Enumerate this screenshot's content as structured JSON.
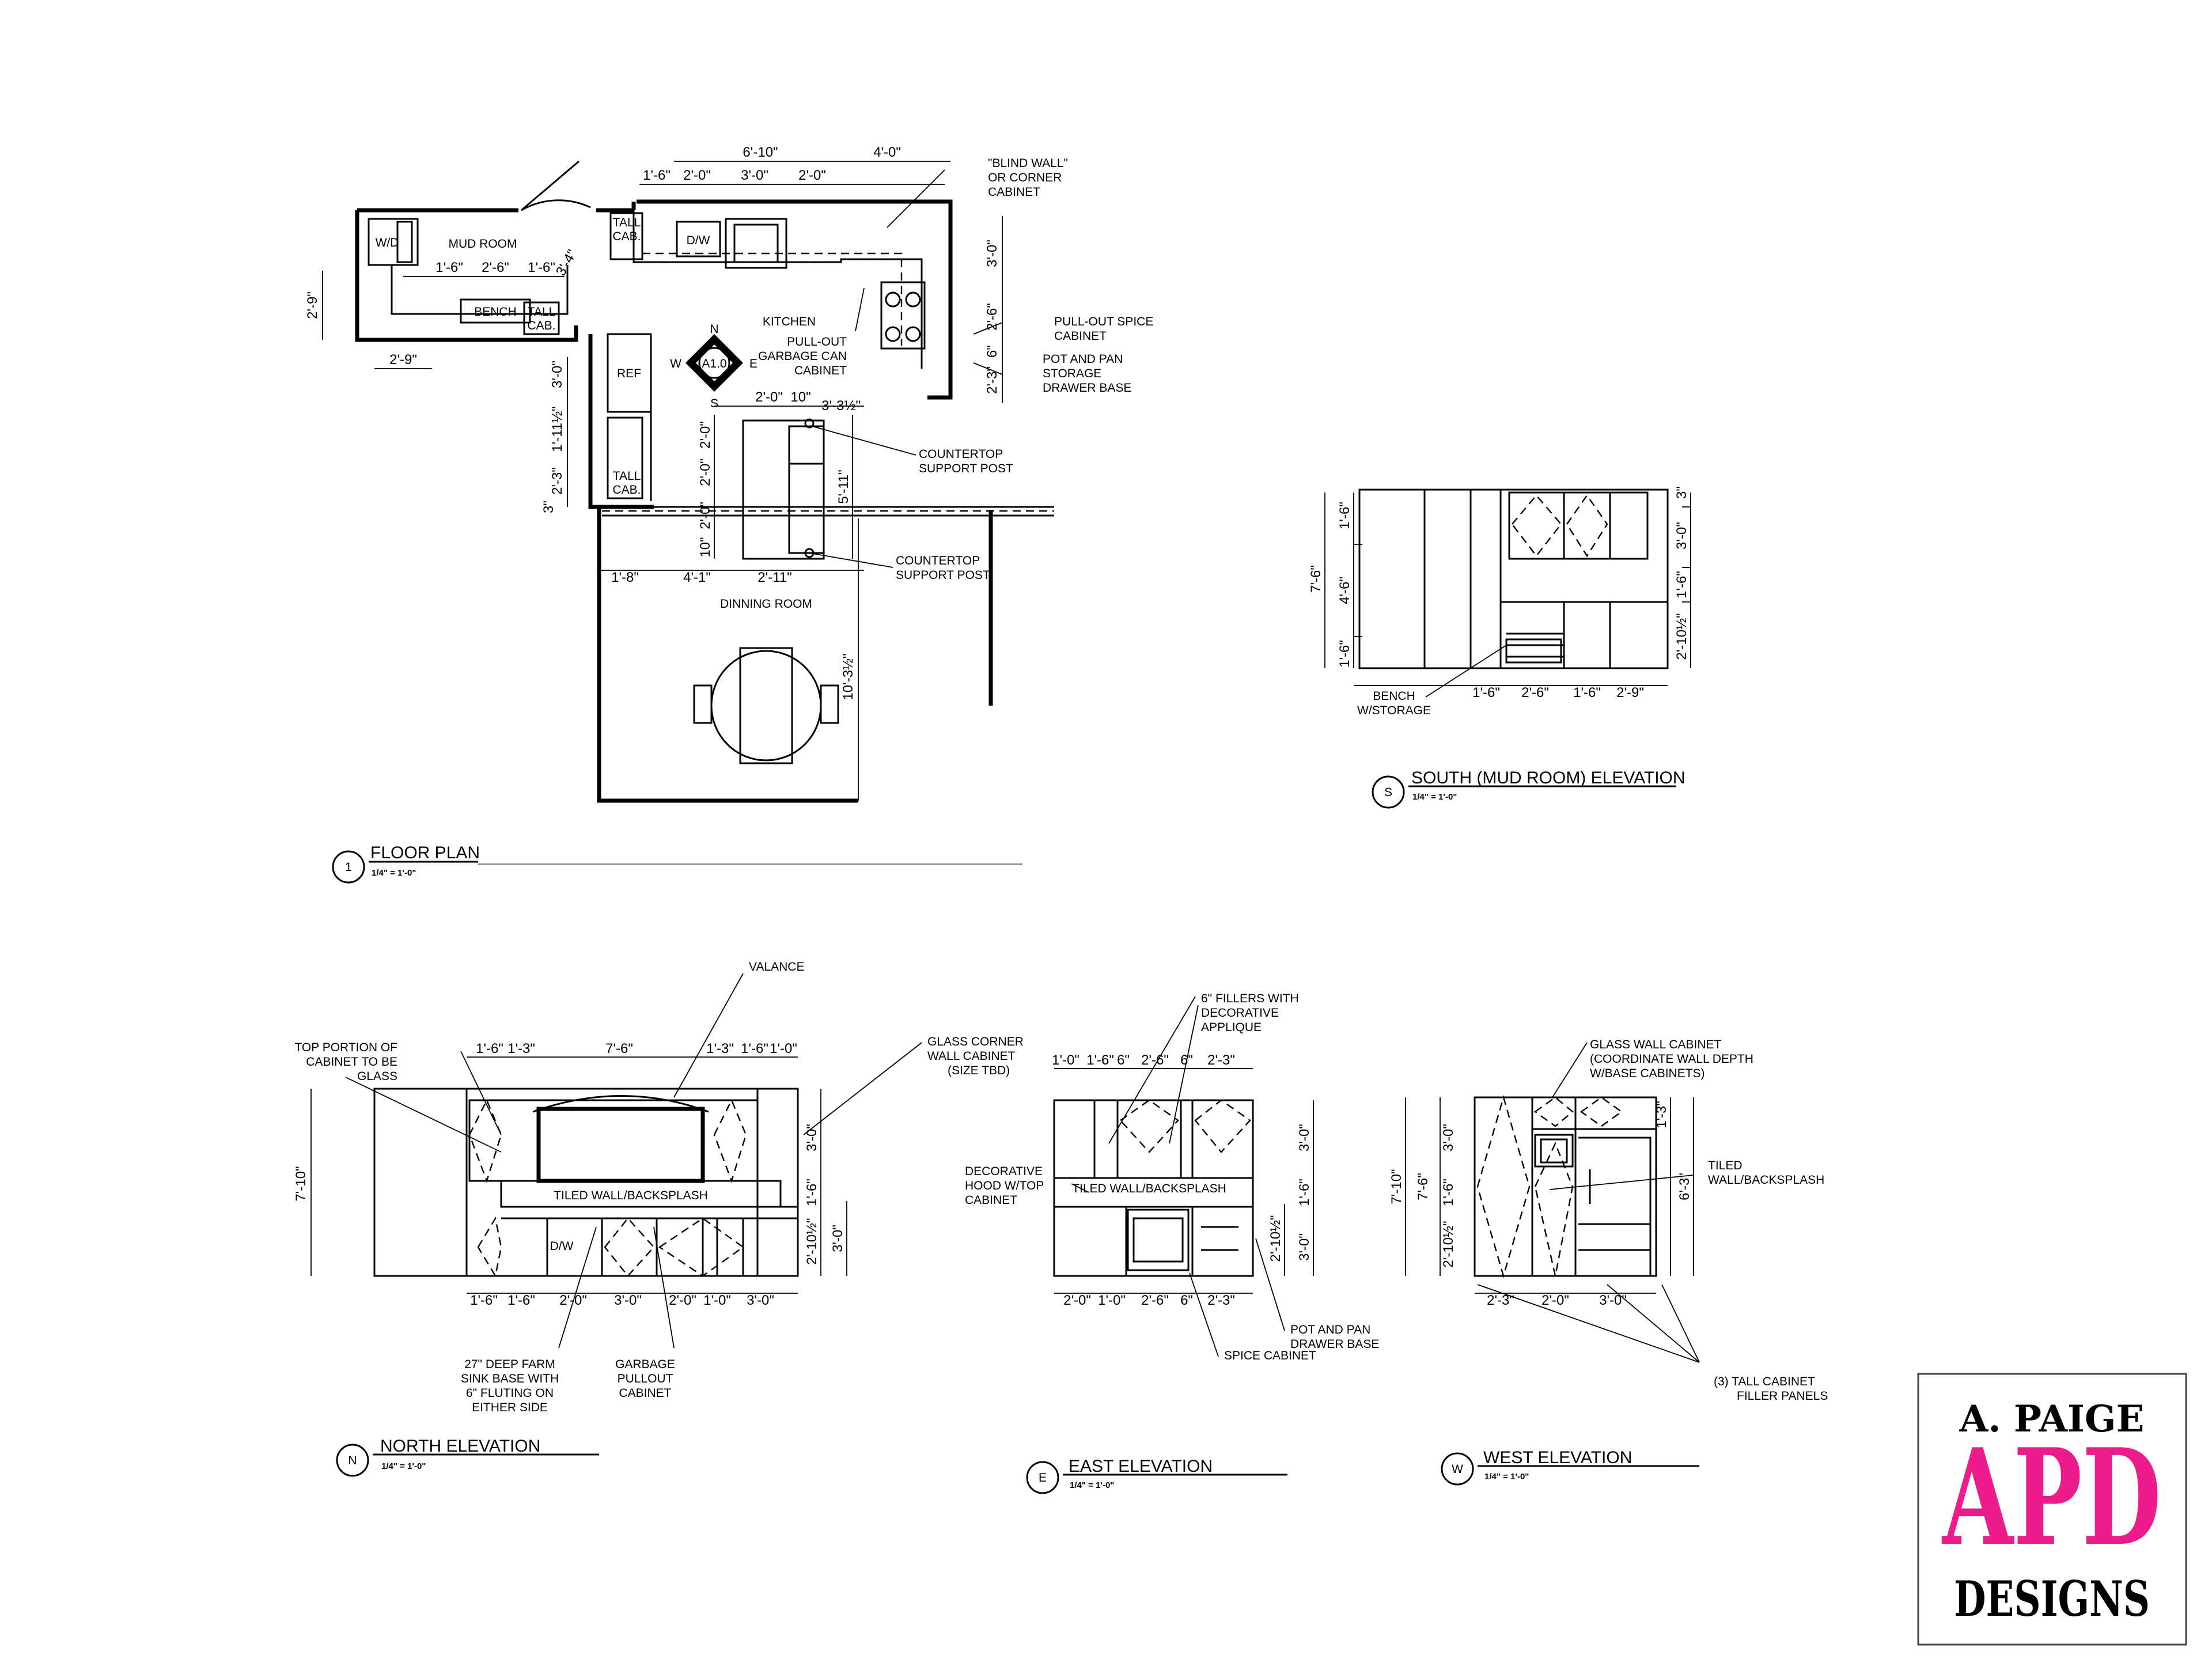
{
  "floor_plan": {
    "title": "FLOOR PLAN",
    "scale": "1/4\" = 1'-0\"",
    "number": "1",
    "rooms": {
      "mud_room": "MUD ROOM",
      "kitchen": "KITCHEN",
      "dining": "DINNING ROOM"
    },
    "fixtures": {
      "wd": "W/D",
      "bench": "BENCH",
      "tall_cab": "TALL",
      "tall_cab2": "CAB.",
      "dw": "D/W",
      "ref": "REF"
    },
    "compass": {
      "n": "N",
      "s": "S",
      "e": "E",
      "w": "W",
      "center": "A1.0"
    },
    "notes": {
      "blind1": "\"BLIND WALL\"",
      "blind2": "OR CORNER",
      "blind3": "CABINET",
      "spice1": "PULL-OUT SPICE",
      "spice2": "CABINET",
      "pot1": "POT AND PAN",
      "pot2": "STORAGE",
      "pot3": "DRAWER BASE",
      "garb1": "PULL-OUT",
      "garb2": "GARBAGE CAN",
      "garb3": "CABINET",
      "post1a": "COUNTERTOP",
      "post1b": "SUPPORT POST",
      "post2a": "COUNTERTOP",
      "post2b": "SUPPORT POST"
    },
    "dims": {
      "top1": "6'-10\"",
      "top2": "4'-0\"",
      "r1": "1'-6\"",
      "r2": "2'-0\"",
      "r3": "3'-0\"",
      "r4": "2'-0\"",
      "mud1": "1'-6\"",
      "mud2": "2'-6\"",
      "mud3": "1'-6\"",
      "mud4": "3'-4\"",
      "left": "2'-9\"",
      "bottom_mud": "2'-9\"",
      "right1": "3'-0\"",
      "right2": "2'-6\"",
      "right3": "6\"",
      "right4": "2'-3\"",
      "isl_top1": "2'-0\"",
      "isl_top2": "10\"",
      "isl_top3": "3'-3½\"",
      "isl_v1": "2'-0\"",
      "isl_v2": "2'-0\"",
      "isl_v3": "2'-0\"",
      "isl_v4": "10\"",
      "isl_total": "5'-11\"",
      "wall_v1": "3'-0\"",
      "wall_v2": "1'-11½\"",
      "wall_v3": "2'-3\"",
      "wall_v4": "3\"",
      "dine1": "1'-8\"",
      "dine2": "4'-1\"",
      "dine3": "2'-11\"",
      "dine_v": "10'-3½\""
    }
  },
  "south": {
    "title": "SOUTH (MUD ROOM) ELEVATION",
    "scale": "1/4\" = 1'-0\"",
    "number": "S",
    "dims_left": [
      "7'-6\"",
      "1'-6\"",
      "4'-6\"",
      "1'-6\""
    ],
    "dims_right": [
      "3\"",
      "3'-0\"",
      "1'-6\"",
      "2'-10½\""
    ],
    "dims_bottom": [
      "1'-6\"",
      "2'-6\"",
      "1'-6\"",
      "2'-9\""
    ],
    "note1": "BENCH",
    "note2": "W/STORAGE"
  },
  "north": {
    "title": "NORTH ELEVATION",
    "scale": "1/4\" = 1'-0\"",
    "number": "N",
    "dims_top": [
      "1'-6\"",
      "1'-3\"",
      "7'-6\"",
      "1'-3\"",
      "1'-6\"",
      "1'-0\""
    ],
    "dims_bottom": [
      "1'-6\"",
      "1'-6\"",
      "2'-0\"",
      "3'-0\"",
      "2'-0\"",
      "1'-0\"",
      "3'-0\""
    ],
    "dims_right": [
      "3'-0\"",
      "1'-6\"",
      "2'-10½\"",
      "3'-0\""
    ],
    "dim_left": "7'-10\"",
    "backsplash": "TILED WALL/BACKSPLASH",
    "dw": "D/W",
    "valance": "VALANCE",
    "top_note": [
      "TOP PORTION OF",
      "CABINET TO BE",
      "GLASS"
    ],
    "sink_note": [
      "27\" DEEP FARM",
      "SINK BASE WITH",
      "6\" FLUTING ON",
      "EITHER SIDE"
    ],
    "garb_note": [
      "GARBAGE",
      "PULLOUT",
      "CABINET"
    ],
    "glass_note": [
      "GLASS CORNER",
      "WALL CABINET",
      "(SIZE TBD)"
    ]
  },
  "east": {
    "title": "EAST ELEVATION",
    "scale": "1/4\" = 1'-0\"",
    "number": "E",
    "dims_top": [
      "1'-0\"",
      "1'-6\"",
      "6\"",
      "2'-6\"",
      "6\"",
      "2'-3\""
    ],
    "dims_bottom": [
      "2'-0\"",
      "1'-0\"",
      "2'-6\"",
      "6\"",
      "2'-3\""
    ],
    "dims_right": [
      "3'-0\"",
      "1'-6\"",
      "2'-10½\"",
      "3'-0\""
    ],
    "backsplash": "TILED WALL/BACKSPLASH",
    "filler_note": [
      "6\" FILLERS WITH",
      "DECORATIVE",
      "APPLIQUE"
    ],
    "hood_note": [
      "DECORATIVE",
      "HOOD W/TOP",
      "CABINET"
    ],
    "pot_note": [
      "POT AND PAN",
      "DRAWER BASE"
    ],
    "spice_note": "SPICE CABINET"
  },
  "west": {
    "title": "WEST ELEVATION",
    "scale": "1/4\" = 1'-0\"",
    "number": "W",
    "dims_bottom": [
      "2'-3\"",
      "2'-0\"",
      "3'-0\""
    ],
    "dims_left": [
      "7'-10\"",
      "7'-6\"",
      "3'-0\"",
      "1'-6\"",
      "2'-10½\""
    ],
    "dims_right": [
      "1'-3\"",
      "6'-3\""
    ],
    "glass_note": [
      "GLASS WALL CABINET",
      "(COORDINATE WALL DEPTH",
      "W/BASE CABINETS)"
    ],
    "tile_note": [
      "TILED",
      "WALL/BACKSPLASH"
    ],
    "filler_note": [
      "(3)  TALL CABINET",
      "FILLER PANELS"
    ]
  },
  "logo": {
    "top": "A. PAIGE",
    "mid": "APD",
    "bottom": "DESIGNS",
    "accent": "#ec1c8c"
  }
}
